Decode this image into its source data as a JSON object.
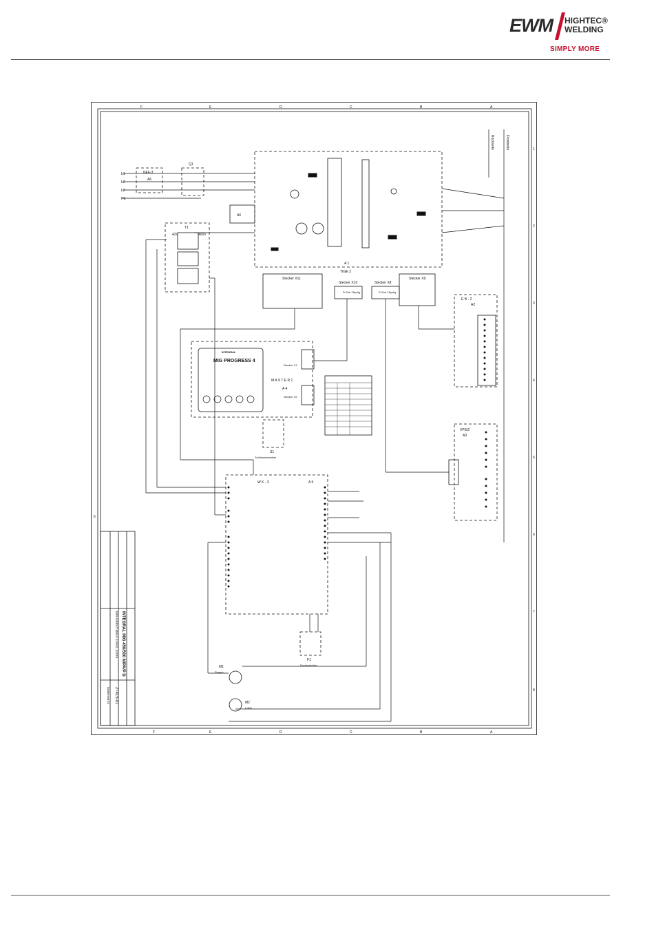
{
  "header": {
    "logo_brand": "EWM",
    "logo_line1": "HIGHTEC®",
    "logo_line2": "WELDING",
    "logo_slogan": "SIMPLY MORE"
  },
  "frame": {
    "letters": [
      "F",
      "E",
      "D",
      "C",
      "B",
      "A"
    ],
    "numbers": [
      "1",
      "2",
      "3",
      "4",
      "5",
      "6",
      "7",
      "8"
    ]
  },
  "labels": {
    "supply": [
      "L1",
      "L2",
      "L3",
      "PE"
    ],
    "nef": "NEF-3",
    "a6": "A6",
    "q1": "Q1",
    "t1": "T1",
    "a1": "A 1",
    "type": "TIGE 3",
    "x11": "Stecker X11",
    "x10": "Stecker X10",
    "x8": "Stecker X8",
    "x9": "Stecker X9",
    "dsub1": "D-Sub 15polig",
    "dsub2": "D-Sub 15polig",
    "eb": "E B - 2",
    "a2": "A2",
    "master": "M A S T E R 1",
    "a4": "A 4",
    "stecker_x1": "Stecker X1",
    "stecker_x2": "Stecker X2",
    "panel_brand": "INTEGRAL",
    "panel_model": "MIG PROGRESS 4",
    "s1": "S1",
    "s1_name": "Schlüsselschalter",
    "vps": "VPS/2",
    "a3": "A3",
    "wk": "W K - 3",
    "a5": "A 5",
    "f1": "F1",
    "f1_name": "Druckwächter",
    "m1": "M1",
    "m1_name": "Pumpe",
    "m2": "M2",
    "m2_name": "Lüfter",
    "rueckseite": "Rückseite",
    "frontseite": "Frontseite",
    "voltage_42": "42V",
    "voltage_400": "400V",
    "title_block": "INTEGRAL MIG 450/500 M/PA/P D",
    "title_sub": "MIG-GERÄT 5MAX 4 RAD. KOSS",
    "drawing_no": "27415-01",
    "sheet_note": "Blattformat A3"
  }
}
